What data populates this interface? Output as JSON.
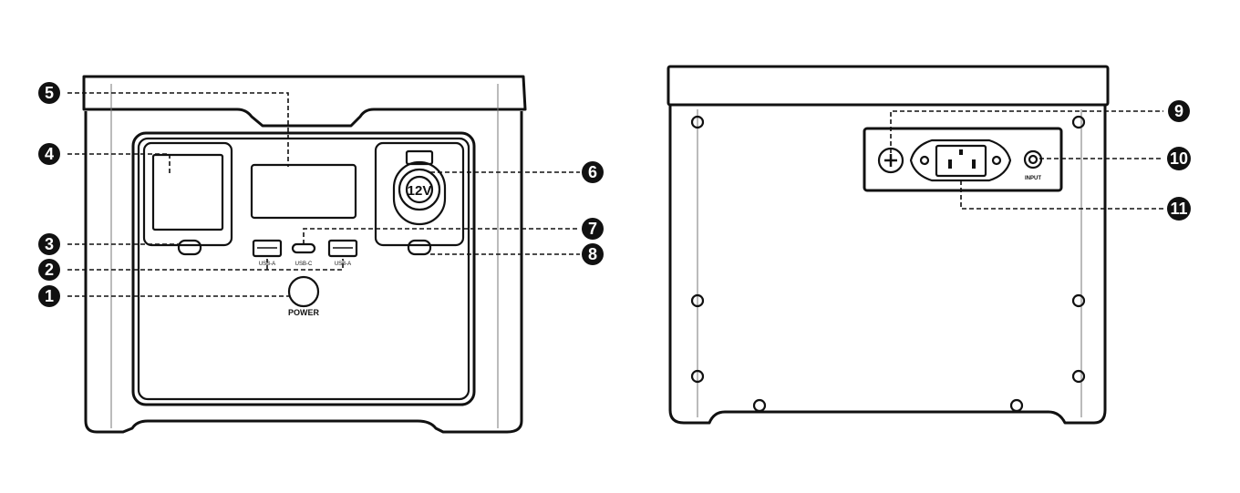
{
  "front": {
    "usb_a_left_label": "USB-A",
    "usb_c_label": "USB-C",
    "usb_a_right_label": "USB-A",
    "power_label": "POWER",
    "car_outlet_label": "12V"
  },
  "back": {
    "dc_input_label": "INPUT"
  },
  "callouts": [
    "1",
    "2",
    "3",
    "4",
    "5",
    "6",
    "7",
    "8",
    "9",
    "10",
    "11"
  ],
  "colors": {
    "line": "#111111",
    "callout_fill": "#111111",
    "callout_text": "#ffffff",
    "background": "#ffffff"
  }
}
